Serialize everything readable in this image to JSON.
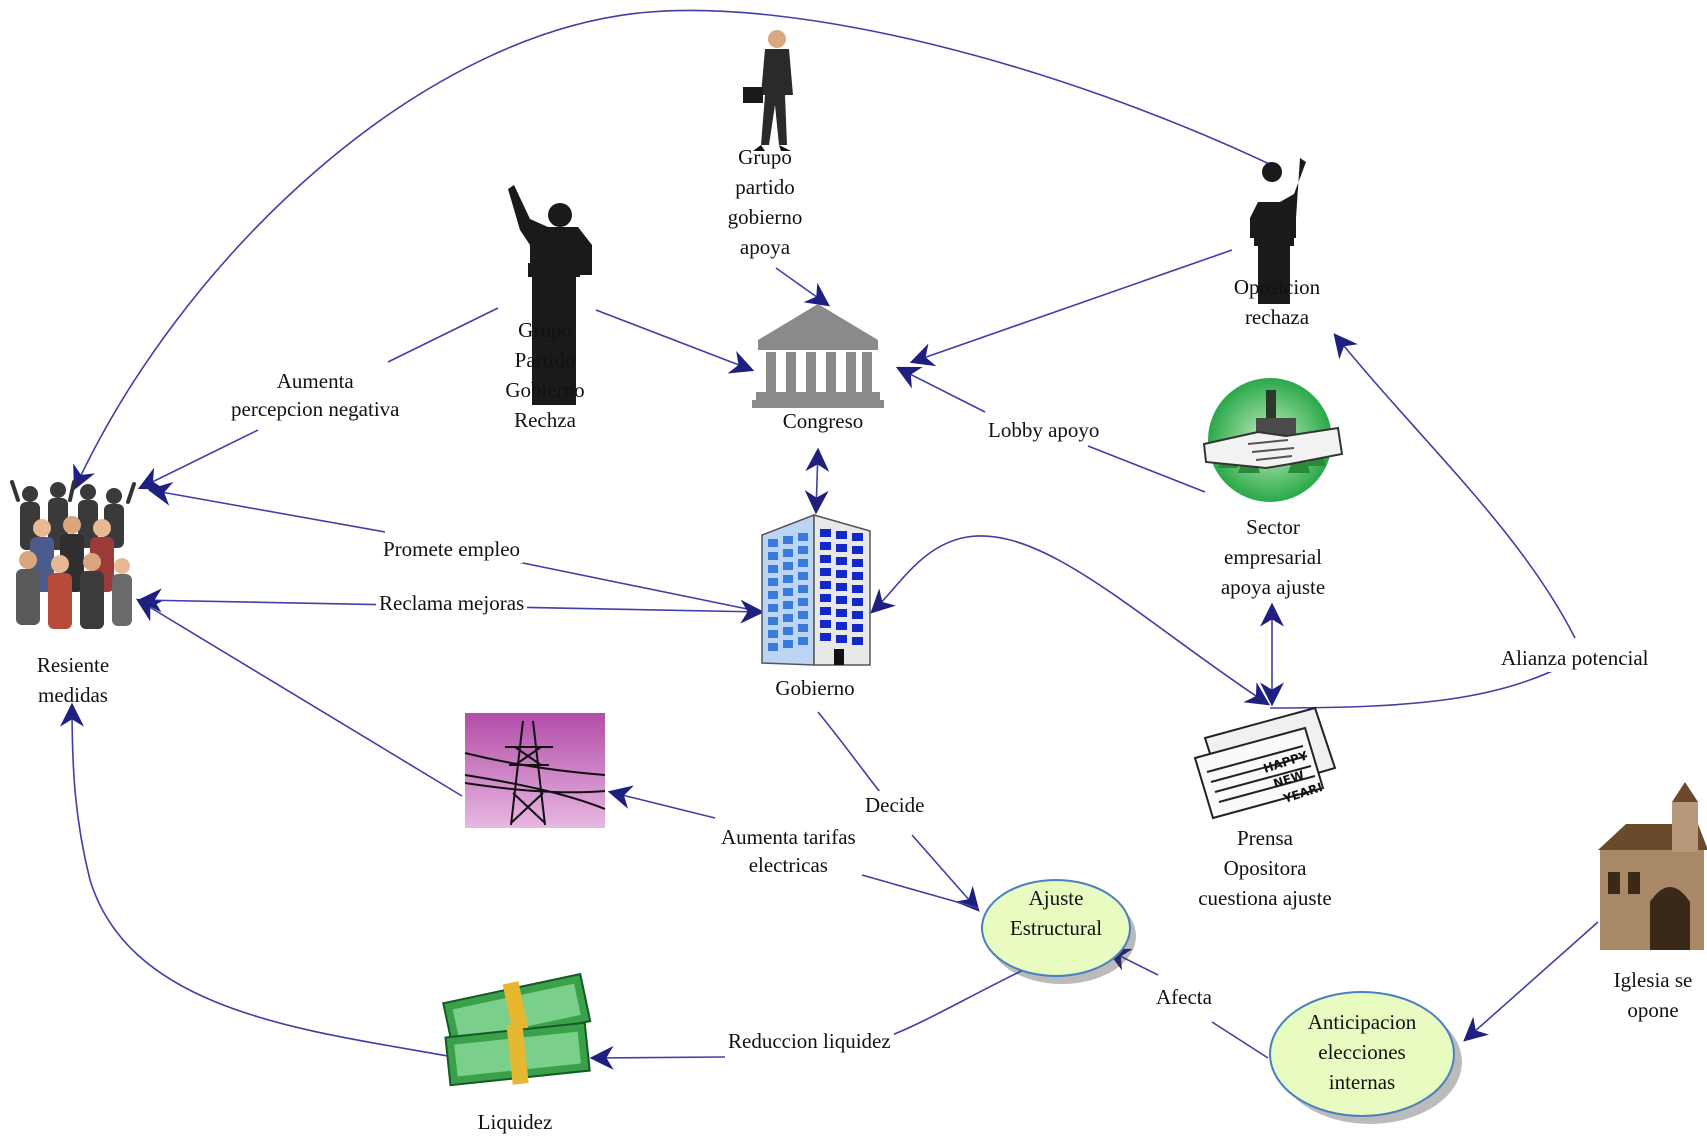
{
  "nodes": {
    "resiente": {
      "lines": [
        "Resiente",
        "medidas"
      ]
    },
    "grupo_rechaza": {
      "lines": [
        "Grupo",
        "Partido",
        "Gobierno",
        "Rechza"
      ]
    },
    "grupo_apoya": {
      "lines": [
        "Grupo",
        "partido",
        "gobierno",
        "apoya"
      ]
    },
    "congreso": {
      "lines": [
        "Congreso"
      ]
    },
    "oposicion": {
      "lines": [
        "Oposicion",
        "rechaza"
      ]
    },
    "sector": {
      "lines": [
        "Sector",
        "empresarial",
        "apoya ajuste"
      ]
    },
    "gobierno": {
      "lines": [
        "Gobierno"
      ]
    },
    "prensa": {
      "lines": [
        "Prensa",
        "Opositora",
        "cuestiona ajuste"
      ]
    },
    "ajuste": {
      "lines": [
        "Ajuste",
        "Estructural"
      ]
    },
    "anticipacion": {
      "lines": [
        "Anticipacion",
        "elecciones",
        "internas"
      ]
    },
    "iglesia": {
      "lines": [
        "Iglesia se",
        "opone"
      ]
    },
    "liquidez": {
      "lines": [
        "Liquidez"
      ]
    }
  },
  "edges": {
    "aumenta_percepcion": {
      "lines": [
        "Aumenta",
        "percepcion negativa"
      ]
    },
    "promete_empleo": {
      "lines": [
        "Promete empleo"
      ]
    },
    "reclama_mejoras": {
      "lines": [
        "Reclama mejoras"
      ]
    },
    "lobby_apoyo": {
      "lines": [
        "Lobby apoyo"
      ]
    },
    "alianza_potencial": {
      "lines": [
        "Alianza potencial"
      ]
    },
    "decide": {
      "lines": [
        "Decide"
      ]
    },
    "aumenta_tarifas": {
      "lines": [
        "Aumenta tarifas",
        "electricas"
      ]
    },
    "reduccion_liquidez": {
      "lines": [
        "Reduccion liquidez"
      ]
    },
    "afecta": {
      "lines": [
        "Afecta"
      ]
    }
  },
  "colors": {
    "edge": "#3f3fa8",
    "arrowhead": "#1f1f80",
    "ellipse_fill": "#e8fbc0",
    "ellipse_stroke": "#4a7fc1"
  },
  "icons": {
    "crowd": "crowd-icon",
    "speaker_left": "speaker-at-podium-icon",
    "businessman": "walking-businessman-icon",
    "congress": "congress-building-icon",
    "speaker_right": "speaker-at-podium-icon",
    "industry": "industry-handshake-icon",
    "office": "office-building-icon",
    "newspaper": "newspaper-icon",
    "tower": "power-tower-icon",
    "church": "church-icon",
    "money": "money-stack-icon"
  }
}
